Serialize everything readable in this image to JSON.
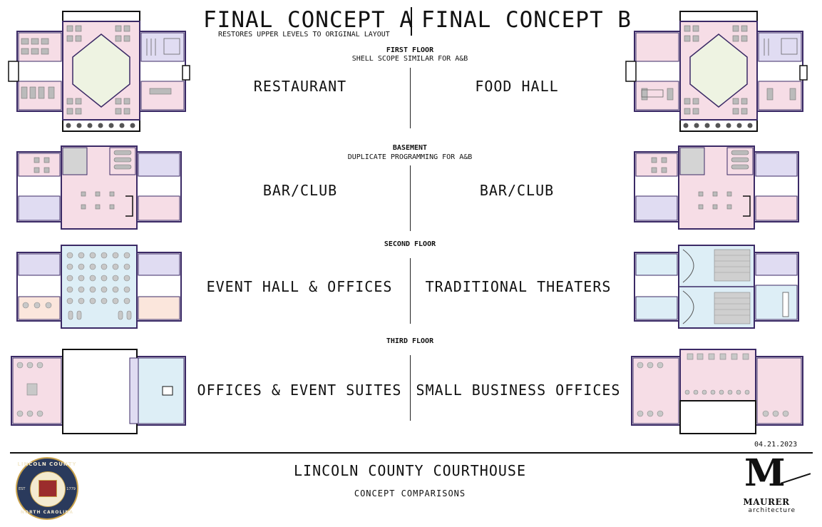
{
  "header": {
    "title_a": "FINAL CONCEPT A",
    "title_b": "FINAL CONCEPT B",
    "subtitle_a": "RESTORES UPPER LEVELS TO ORIGINAL LAYOUT"
  },
  "floors": [
    {
      "name": "FIRST FLOOR",
      "note": "SHELL SCOPE SIMILAR FOR A&B",
      "concept_a": "RESTAURANT",
      "concept_b": "FOOD HALL"
    },
    {
      "name": "BASEMENT",
      "note": "DUPLICATE PROGRAMMING FOR A&B",
      "concept_a": "BAR/CLUB",
      "concept_b": "BAR/CLUB"
    },
    {
      "name": "SECOND FLOOR",
      "note": "",
      "concept_a": "EVENT HALL & OFFICES",
      "concept_b": "TRADITIONAL THEATERS"
    },
    {
      "name": "THIRD FLOOR",
      "note": "",
      "concept_a": "OFFICES & EVENT SUITES",
      "concept_b": "SMALL BUSINESS OFFICES"
    }
  ],
  "footer": {
    "date": "04.21.2023",
    "project": "LINCOLN COUNTY COURTHOUSE",
    "sheet": "CONCEPT COMPARISONS",
    "seal_top": "LINCOLN COUNTY",
    "seal_bottom": "NORTH CAROLINA",
    "seal_est": "EST",
    "seal_year": "1779",
    "firm_mark": "M",
    "firm_name": "MAURER",
    "firm_sub": "architecture"
  },
  "colors": {
    "wall": "#3b2a66",
    "pink": "#f6dde6",
    "lavender": "#e0dcf2",
    "mint": "#eef3e2",
    "lightblue": "#ddeef6",
    "peach": "#fbe6dc",
    "gray": "#d4d4d4"
  }
}
